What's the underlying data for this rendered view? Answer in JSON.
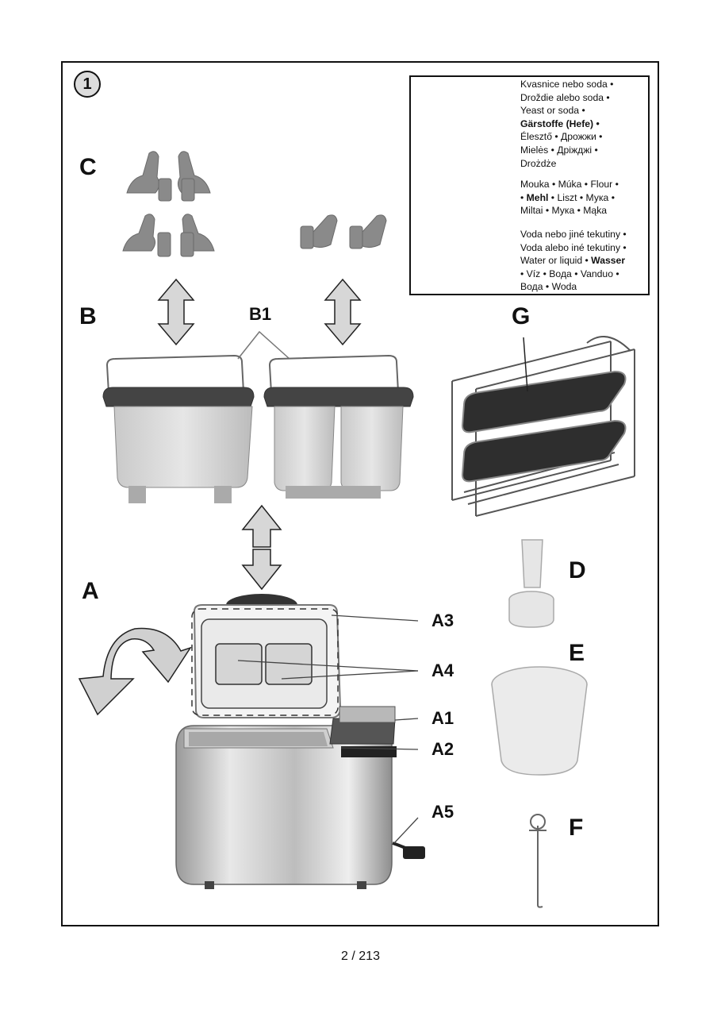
{
  "figure_number": "1",
  "labels": {
    "A": "A",
    "A1": "A1",
    "A2": "A2",
    "A3": "A3",
    "A4": "A4",
    "A5": "A5",
    "B": "B",
    "B1": "B1",
    "C": "C",
    "D": "D",
    "E": "E",
    "F": "F",
    "G": "G"
  },
  "inset": {
    "yeast": {
      "lines": [
        "Kvasnice nebo soda •",
        "Droždie alebo soda •",
        "Yeast or soda •"
      ],
      "bold_line": "Gärstoffe (Hefe)",
      "bold_suffix": " •",
      "lines_after": [
        "Élesztő • Дрожжи •",
        "Mielės • Дріжджі •",
        "Drożdże"
      ]
    },
    "flour": {
      "line1": "Mouka • Múka • Flour •",
      "line2_prefix": "• ",
      "line2_bold": "Mehl",
      "line2_suffix": " • Liszt • Мука •",
      "line3": "Miltai • Мука • Mąka"
    },
    "water": {
      "line1": "Voda nebo jiné tekutiny •",
      "line2": "Voda alebo iné tekutiny •",
      "line3_prefix": "Water or liquid • ",
      "line3_bold": "Wasser",
      "line4": "• Víz • Вода • Vanduo •",
      "line5": "Вода • Woda"
    }
  },
  "page_number": "2 / 213"
}
